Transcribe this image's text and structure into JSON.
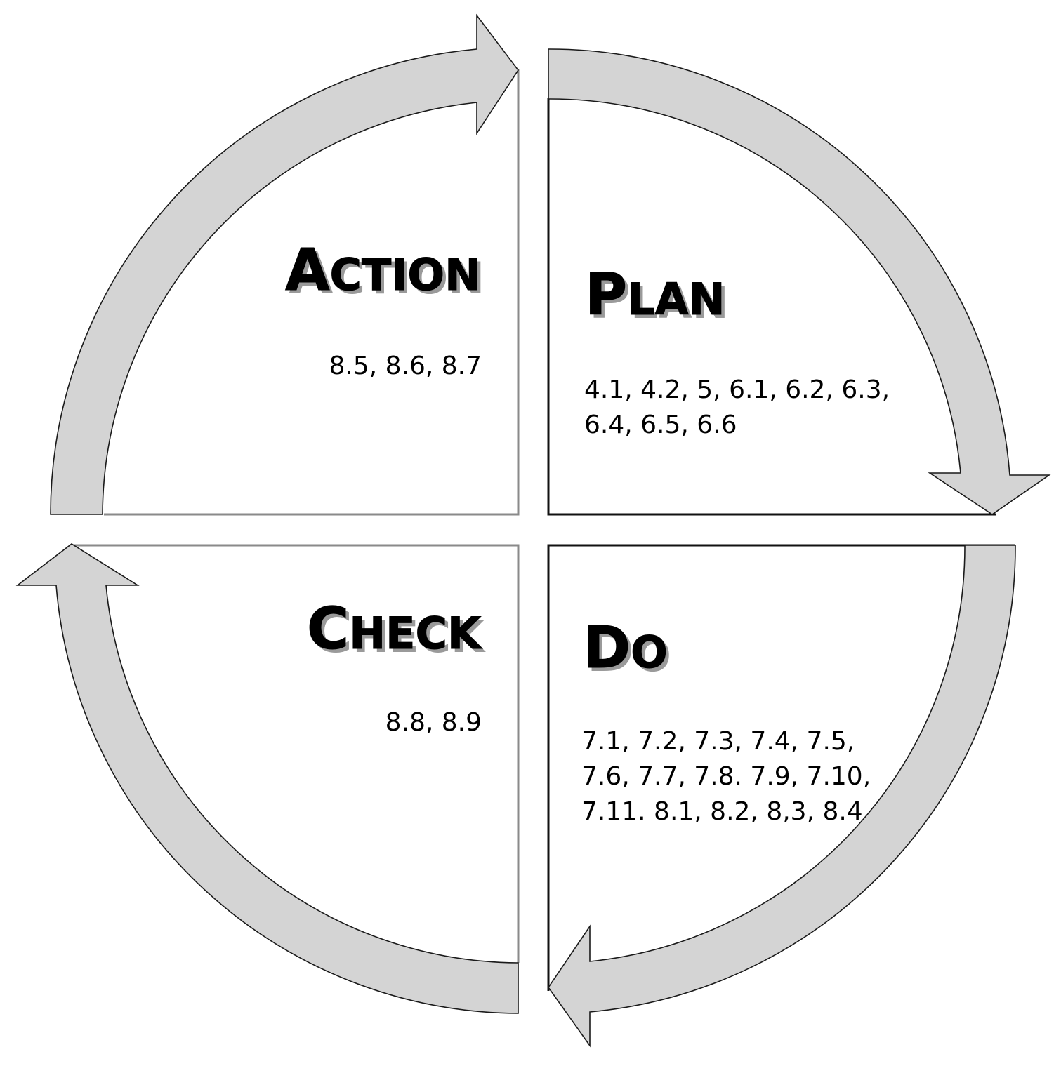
{
  "quadrants": {
    "action": {
      "title_cap": "A",
      "title_rest": "CTION",
      "lines": [
        "8.5, 8.6, 8.7"
      ]
    },
    "plan": {
      "title_cap": "P",
      "title_rest": "LAN",
      "lines": [
        "4.1, 4.2,  5, 6.1, 6.2, 6.3,",
        "6.4, 6.5, 6.6"
      ]
    },
    "check": {
      "title_cap": "C",
      "title_rest": "HECK",
      "lines": [
        "8.8, 8.9"
      ]
    },
    "do": {
      "title_cap": "D",
      "title_rest": "O",
      "lines": [
        "7.1, 7.2, 7.3, 7.4, 7.5,",
        "7.6, 7.7, 7.8. 7.9, 7.10,",
        "7.11. 8.1, 8.2, 8,3, 8.4"
      ]
    }
  },
  "colors": {
    "arrow_fill": "#d4d4d4",
    "arrow_stroke": "#1a1a1a",
    "text": "#000000"
  }
}
